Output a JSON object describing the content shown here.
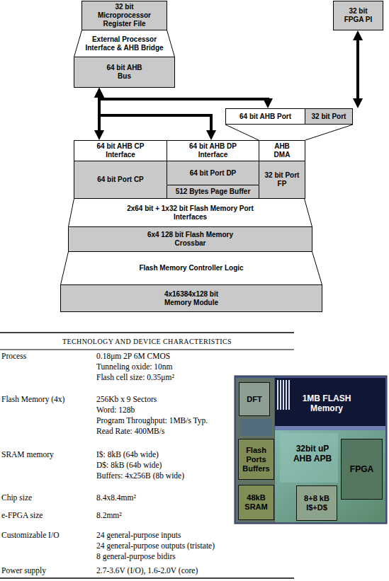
{
  "diagram": {
    "nodes": [
      {
        "text": [
          "32 bit Microprocessor Register File"
        ]
      },
      {
        "text": [
          "External Processor Interface & AHB Bridge"
        ]
      },
      {
        "text": [
          "64 bit AHB Bus"
        ]
      },
      {
        "text": [
          "32 bit FPGA PI"
        ]
      },
      {
        "text": [
          "64 bit AHB Port"
        ]
      },
      {
        "text": [
          "32 bit Port"
        ]
      },
      {
        "text": [
          "64 bit AHB CP Interface"
        ]
      },
      {
        "text": [
          "64 bit AHB DP Interface"
        ]
      },
      {
        "text": [
          "AHB DMA"
        ]
      },
      {
        "text": [
          "64 bit Port CP"
        ]
      },
      {
        "text": [
          "64 bit Port DP"
        ]
      },
      {
        "text": [
          "512 Bytes Page Buffer"
        ],
        "in": 10
      },
      {
        "text": [
          "32 bit Port FP"
        ]
      },
      {
        "text": [
          "2x64 bit + 1x32 bit Flash Memory Port Interfaces"
        ]
      },
      {
        "text": [
          "6x4 128 bit Flash Memory Crossbar"
        ]
      },
      {
        "text": [
          "Flash Memory Controller Logic"
        ]
      },
      {
        "text": [
          "4x16384x128 bit Memory Module"
        ]
      },
      {
        "text": [
          "DFT"
        ]
      },
      {
        "text": [
          "Flash Ports Buffers"
        ]
      },
      {
        "text": [
          "FPGA"
        ]
      },
      {
        "text": [
          "48kB SRAM"
        ]
      },
      {
        "text": [
          "8+8 kB I$+D$"
        ]
      }
    ],
    "edges": [
      {
        "from": 2,
        "to": 6,
        "arrow": "both"
      },
      {
        "from": 2,
        "to": 4,
        "arrow": "both"
      },
      {
        "from": 2,
        "to": 7,
        "arrow": "both"
      },
      {
        "from": 3,
        "to": 5,
        "arrow": "both"
      }
    ],
    "labels": [
      "TECHNOLOGY AND DEVICE CHARACTERISTICS",
      "Process",
      "0.18μm 2P 6M CMOS",
      "Tunneling oxide: 10nm",
      "Flash cell size: 0.35μm²",
      "Flash Memory (4x)",
      "256Kb x 9 Sectors",
      "Word: 128b",
      "Program Throughput: 1MB/s Typ.",
      "Read Rate: 400MB/s",
      "SRAM memory",
      "I$: 8kB (64b wide)",
      "D$: 8kB (64b wide)",
      "Buffers: 4x256B (8b wide)",
      "Chip size",
      "8.4x8.4mm²",
      "e-FPGA size",
      "8.2mm²",
      "Customizable I/O",
      "24 general-purpose inputs",
      "24 general-purpose outputs (tristate)",
      "8 general-purpose bidirs",
      "Power supply",
      "2.7-3.6V (I/O), 1.6-2.0V (core)",
      "1MB FLASH Memory",
      "32bit uP AHB APB"
    ]
  }
}
